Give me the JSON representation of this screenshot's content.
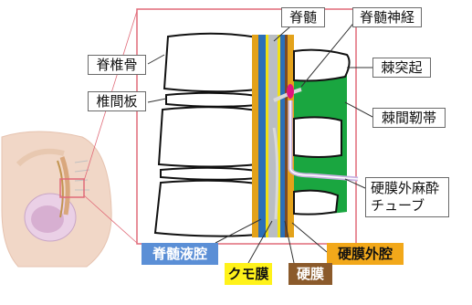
{
  "labels": {
    "spinal_cord": "脊髄",
    "spinal_nerve": "脊髄神経",
    "vertebra": "脊椎骨",
    "intervertebral_disc": "椎間板",
    "spinous_process": "棘突起",
    "interspinous_ligament": "棘間靭帯",
    "epidural_tube_line1": "硬膜外麻酔",
    "epidural_tube_line2": "チューブ",
    "subarachnoid_space": "脊髄液腔",
    "epidural_space": "硬膜外腔",
    "arachnoid": "クモ膜",
    "dura": "硬膜"
  },
  "colors": {
    "frame": "#e06a78",
    "bone_fill": "#ffffff",
    "bone_stroke": "#111111",
    "ligament_green": "#1aa640",
    "dura_orange": "#e3a21a",
    "csf_blue": "#2a6fb8",
    "arachnoid_yellow": "#f0e012",
    "dura_brown": "#7a4a26",
    "spinal_cord_gray": "#b9bdc2",
    "nerve_magenta": "#e0147c",
    "tube_lavender": "#c8b2e0",
    "label_blue_bg": "#5b8fd6",
    "label_orange_bg": "#f2a81a",
    "label_yellow_bg": "#fff21a",
    "label_brown_bg": "#8b5a2b"
  }
}
